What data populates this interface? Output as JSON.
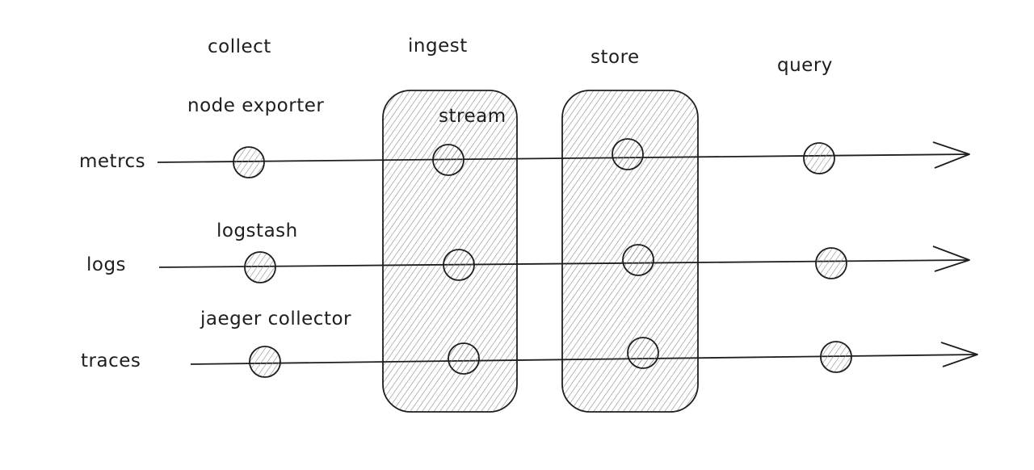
{
  "stages": {
    "collect": "collect",
    "ingest": "ingest",
    "store": "store",
    "query": "query"
  },
  "signals": {
    "metrics": "metrcs",
    "logs": "logs",
    "traces": "traces"
  },
  "components": {
    "node_exporter": "node exporter",
    "logstash": "logstash",
    "jaeger_collector": "jaeger collector",
    "stream": "stream"
  },
  "colors": {
    "stroke": "#1e1e1e",
    "hatch": "#8a8a8a",
    "background": "#ffffff"
  }
}
